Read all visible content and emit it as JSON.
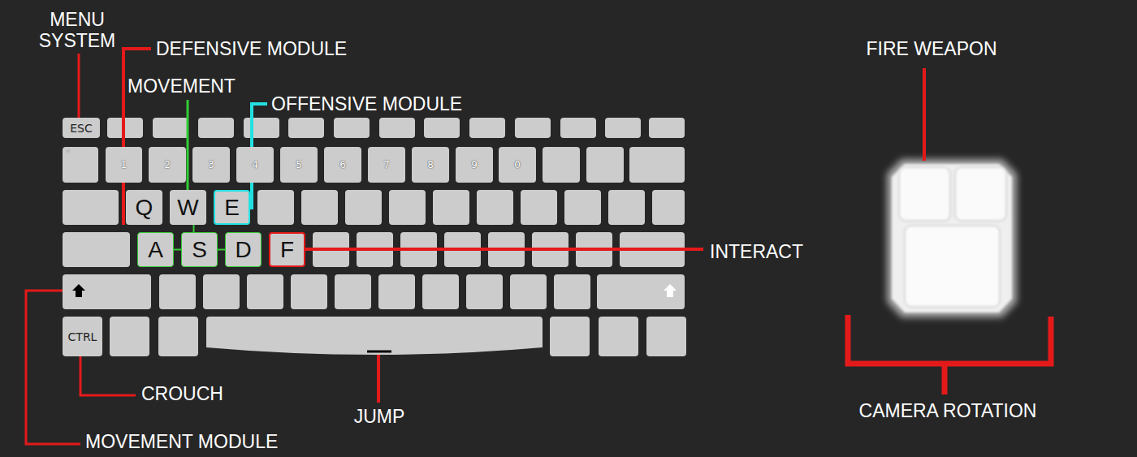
{
  "diagram": {
    "nodes": [
      {
        "text": [
          "ESC"
        ]
      },
      {
        "text": [
          "²"
        ]
      },
      {
        "text": [
          "1"
        ]
      },
      {
        "text": [
          "2"
        ]
      },
      {
        "text": [
          "3"
        ]
      },
      {
        "text": [
          "4"
        ]
      },
      {
        "text": [
          "5"
        ]
      },
      {
        "text": [
          "6"
        ]
      },
      {
        "text": [
          "7"
        ]
      },
      {
        "text": [
          "8"
        ]
      },
      {
        "text": [
          "9"
        ]
      },
      {
        "text": [
          "0"
        ]
      },
      {
        "text": [
          "Q"
        ]
      },
      {
        "text": [
          "W"
        ]
      },
      {
        "text": [
          "E"
        ]
      },
      {
        "text": [
          "A"
        ]
      },
      {
        "text": [
          "S"
        ]
      },
      {
        "text": [
          "D"
        ]
      },
      {
        "text": [
          "F"
        ]
      },
      {
        "text": [
          "CTRL"
        ]
      }
    ],
    "edges": [
      {
        "from": 13,
        "to": 16,
        "arrow": "none"
      },
      {
        "from": 15,
        "to": 16,
        "arrow": "none"
      },
      {
        "from": 16,
        "to": 17,
        "arrow": "none"
      }
    ],
    "labels": [
      "MENU SYSTEM",
      "DEFENSIVE MODULE",
      "MOVEMENT",
      "OFFENSIVE MODULE",
      "FIRE WEAPON",
      "INTERACT",
      "CROUCH",
      "JUMP",
      "MOVEMENT MODULE",
      "CAMERA ROTATION"
    ]
  }
}
